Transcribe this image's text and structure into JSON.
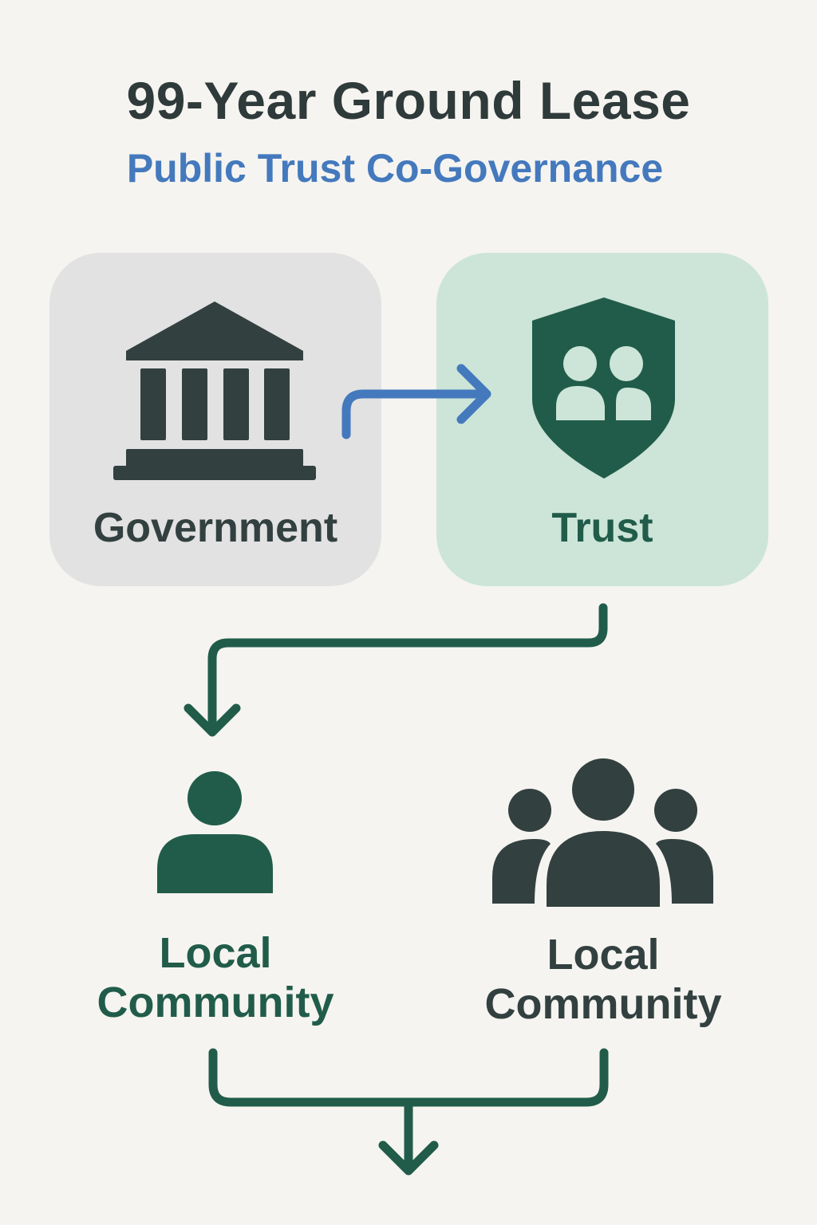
{
  "header": {
    "title": "99-Year Ground Lease",
    "subtitle": "Public Trust Co-Governance"
  },
  "nodes": {
    "government": {
      "label": "Government",
      "icon": "government-building-icon"
    },
    "trust": {
      "label": "Trust",
      "icon": "shield-people-icon"
    },
    "individual": {
      "label_line1": "Local",
      "label_line2": "Community",
      "icon": "person-icon"
    },
    "group": {
      "label_line1": "Local",
      "label_line2": "Community",
      "icon": "group-icon"
    }
  },
  "colors": {
    "background": "#f5f4f0",
    "dark": "#334040",
    "green": "#215c4a",
    "blue": "#4479bd",
    "gray_box": "#e2e2e2",
    "green_box": "#cce5d8"
  }
}
